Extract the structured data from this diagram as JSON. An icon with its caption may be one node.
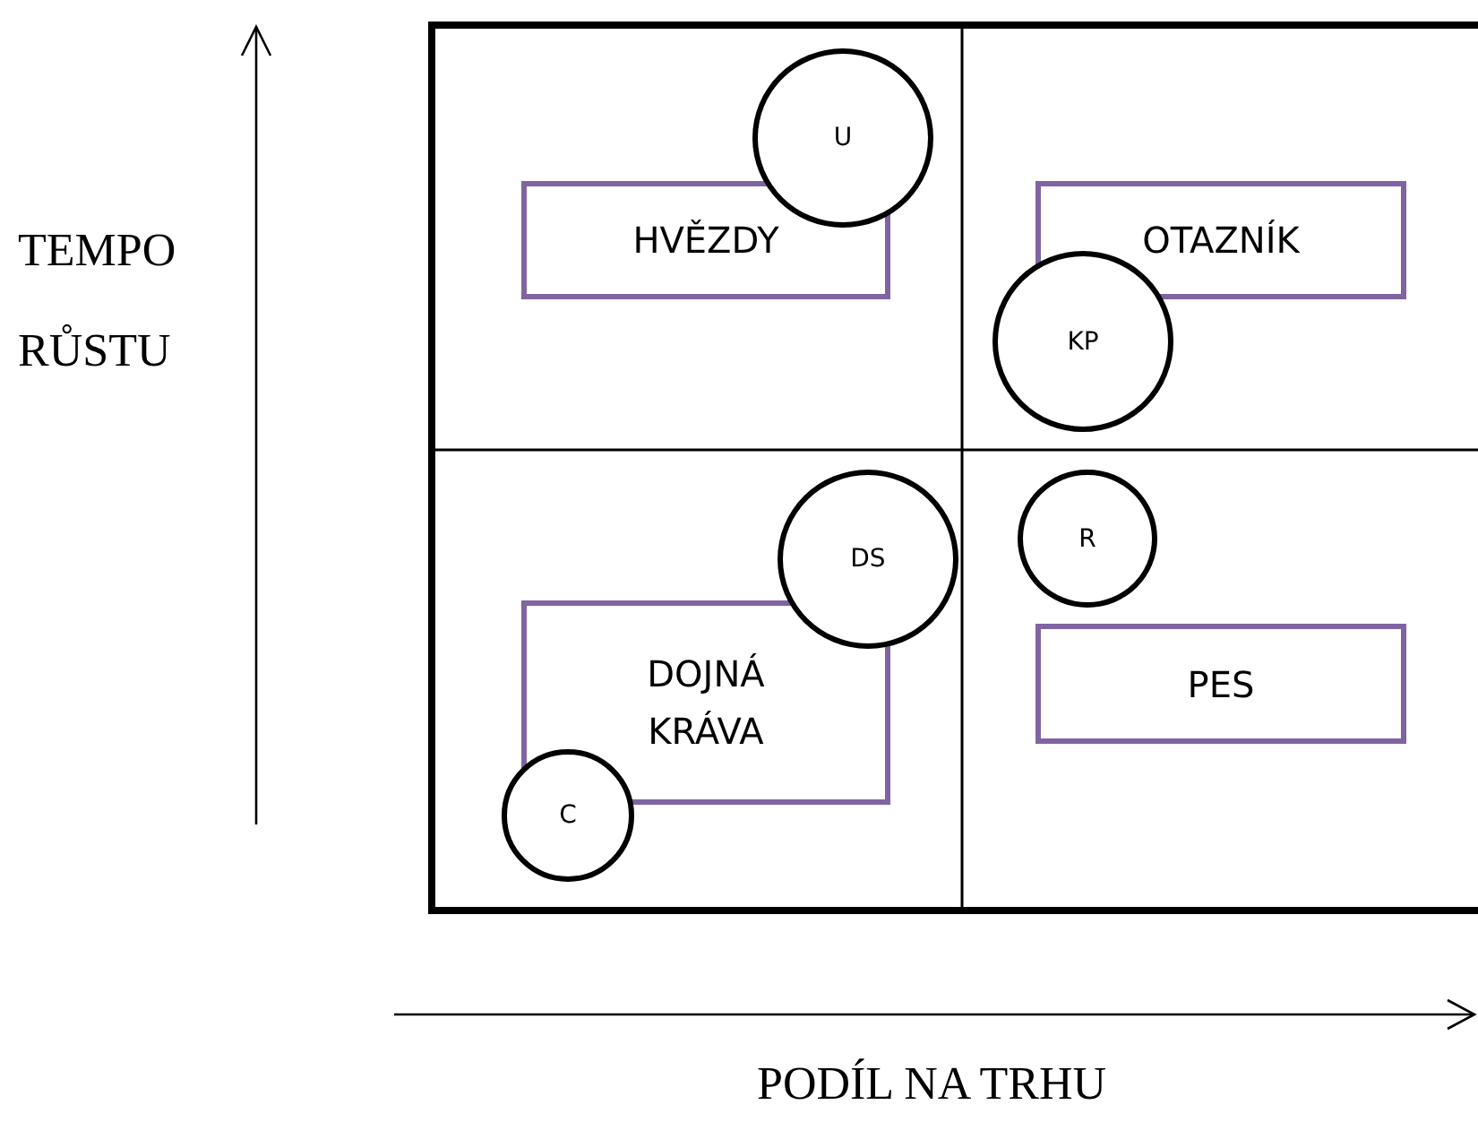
{
  "diagram": {
    "nodes": [
      {
        "text": [
          "U"
        ]
      },
      {
        "text": [
          "HVĚZDY"
        ]
      },
      {
        "text": [
          "OTAZNÍK"
        ]
      },
      {
        "text": [
          "KP"
        ]
      },
      {
        "text": [
          "R"
        ]
      },
      {
        "text": [
          "DS"
        ]
      },
      {
        "text": [
          "DOJNÁ KRÁVA"
        ]
      },
      {
        "text": [
          "PES"
        ]
      },
      {
        "text": [
          "C"
        ]
      }
    ],
    "edges": [],
    "labels": [
      "TEMPO RŮSTU",
      "PODÍL NA TRHU"
    ]
  }
}
